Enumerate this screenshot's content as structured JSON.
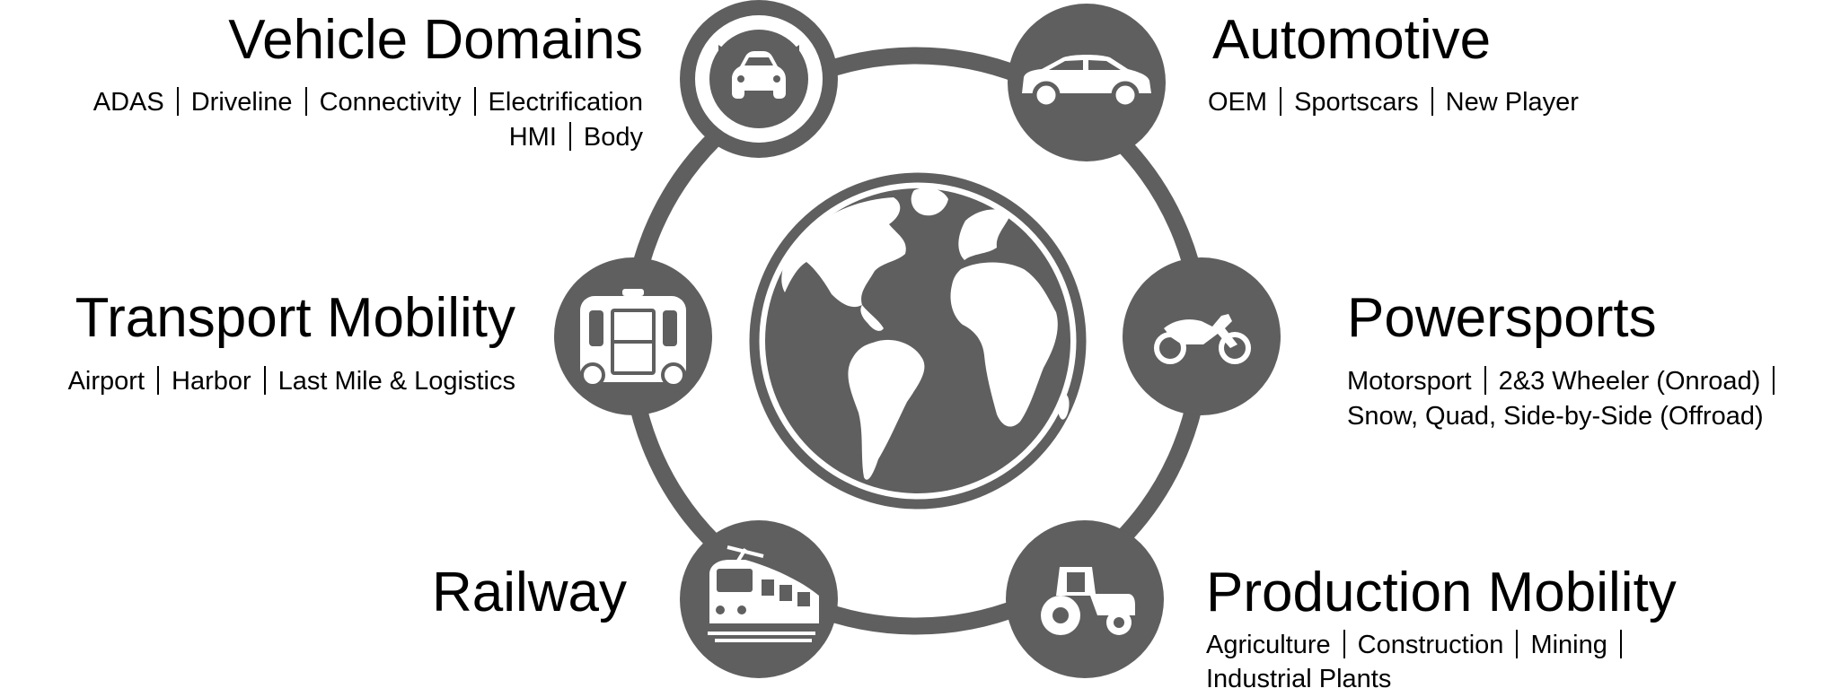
{
  "diagram": {
    "colors": {
      "node": "#5f5f5f",
      "ring": "#5f5f5f",
      "icon": "#ffffff",
      "text": "#000000"
    },
    "center": {
      "icon": "globe-icon"
    },
    "segments": [
      {
        "key": "vehicle_domains",
        "icon": "car-cycle-icon",
        "title": "Vehicle Domains",
        "lines": [
          [
            "ADAS",
            "Driveline",
            "Connectivity",
            "Electrification"
          ],
          [
            "HMI",
            "Body"
          ]
        ]
      },
      {
        "key": "automotive",
        "icon": "sedan-car-icon",
        "title": "Automotive",
        "lines": [
          [
            "OEM",
            "Sportscars",
            "New Player"
          ]
        ]
      },
      {
        "key": "transport_mobility",
        "icon": "shuttle-bus-icon",
        "title": "Transport Mobility",
        "lines": [
          [
            "Airport",
            "Harbor",
            "Last Mile & Logistics"
          ]
        ]
      },
      {
        "key": "powersports",
        "icon": "motorcycle-icon",
        "title": "Powersports",
        "lines": [
          [
            "Motorsport",
            "2&3 Wheeler (Onroad)",
            ""
          ],
          [
            "Snow, Quad, Side-by-Side (Offroad)"
          ]
        ]
      },
      {
        "key": "railway",
        "icon": "train-icon",
        "title": "Railway",
        "lines": []
      },
      {
        "key": "production_mobility",
        "icon": "tractor-icon",
        "title": "Production Mobility",
        "lines": [
          [
            "Agriculture",
            "Construction",
            "Mining",
            ""
          ],
          [
            "Industrial Plants"
          ]
        ]
      }
    ]
  }
}
